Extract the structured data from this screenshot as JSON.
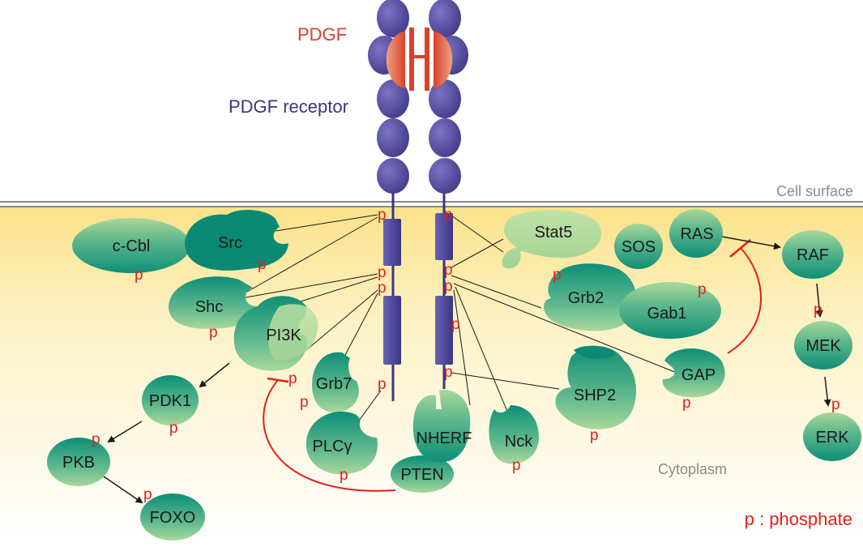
{
  "ligand": {
    "label": "PDGF",
    "color": "#d9412b"
  },
  "receptor": {
    "label": "PDGF receptor",
    "color": "#3b3583"
  },
  "regions": {
    "cell_surface": "Cell surface",
    "cytoplasm": "Cytoplasm"
  },
  "phosphate": {
    "symbol": "p",
    "legend": "p : phosphate",
    "color": "#e3201b"
  },
  "proteins": {
    "ccbl": "c-Cbl",
    "src": "Src",
    "shc": "Shc",
    "pi3k": "PI3K",
    "grb7": "Grb7",
    "pdk1": "PDK1",
    "pkb": "PKB",
    "foxo": "FOXO",
    "plcg": "PLCγ",
    "pten": "PTEN",
    "nherf": "NHERF",
    "nck": "Nck",
    "shp2": "SHP2",
    "stat5": "Stat5",
    "grb2": "Grb2",
    "gab1": "Gab1",
    "sos": "SOS",
    "ras": "RAS",
    "gap": "GAP",
    "raf": "RAF",
    "mek": "MEK",
    "erk": "ERK"
  },
  "colors": {
    "protein_dark": "#0b8a73",
    "protein_light": "#a9d89a",
    "membrane_top": "#fbe28a"
  }
}
